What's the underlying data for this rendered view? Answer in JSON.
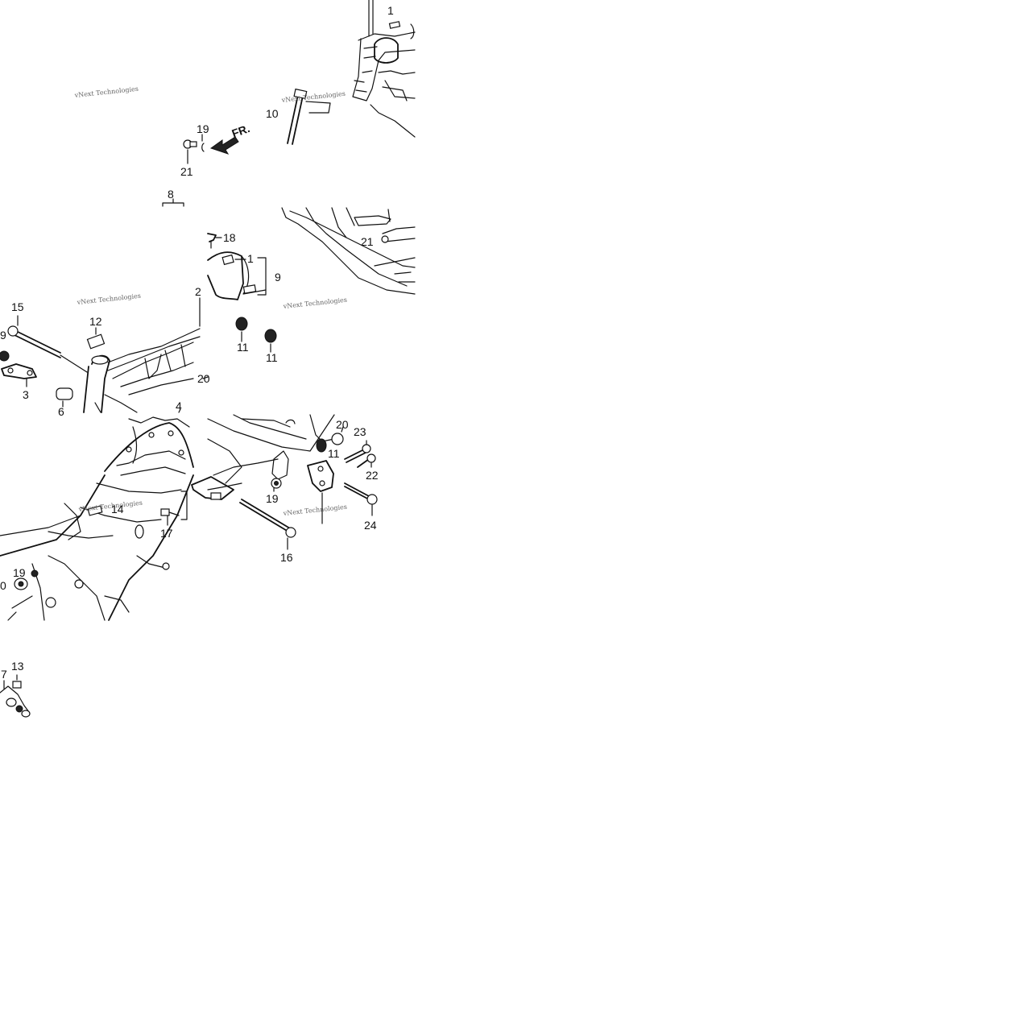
{
  "direction_label": "FR.",
  "watermark_text": "vNext Technologies",
  "callouts": {
    "c1_top": "1",
    "c19_top": "19",
    "c21_top": "21",
    "c10": "10",
    "c8": "8",
    "c18": "18",
    "c1_mid": "1",
    "c9": "9",
    "c21_mid": "21",
    "c2": "2",
    "c15": "15",
    "c12": "12",
    "c9_left": "9",
    "c3": "3",
    "c6": "6",
    "c20_mid": "20",
    "c4": "4",
    "c11_a": "11",
    "c11_b": "11",
    "c14": "14",
    "c17": "17",
    "c19_bottom_left": "19",
    "c20_bottom_left": "0",
    "c19_bottom_mid": "19",
    "c16": "16",
    "c20_right": "20",
    "c11_right": "11",
    "c23": "23",
    "c22": "22",
    "c24": "24",
    "c7": "7",
    "c13": "13"
  },
  "colors": {
    "ink": "#111111",
    "paper": "#ffffff"
  }
}
